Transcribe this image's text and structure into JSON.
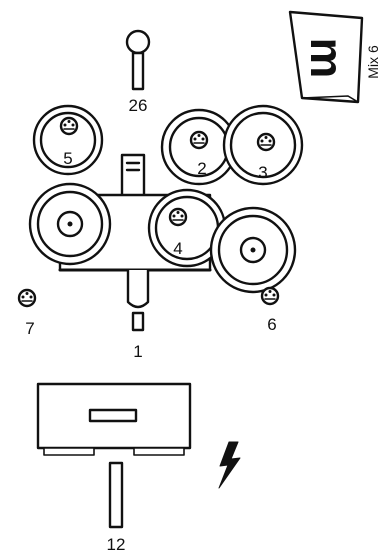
{
  "diagram": {
    "roller_labels": {
      "r2": "2",
      "r3": "3",
      "r4": "4",
      "r5": "5",
      "r6": "6",
      "r7": "7"
    },
    "part_labels": {
      "p1": "1",
      "p12": "12",
      "p26": "26"
    },
    "sign": {
      "letter": "m",
      "caption": "Mix 6"
    },
    "icons": [
      "lightning-bolt-icon",
      "connector-icon"
    ]
  }
}
